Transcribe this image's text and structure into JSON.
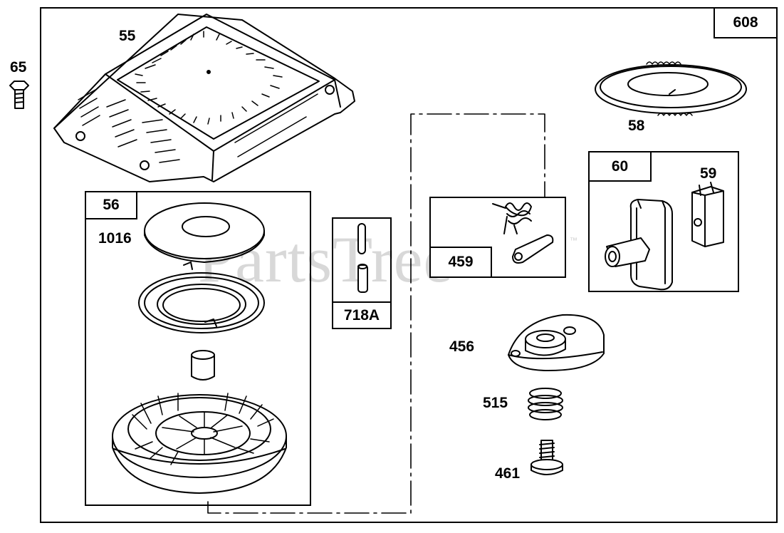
{
  "diagram": {
    "frame_label": "608",
    "watermark": "PartsTree",
    "watermark_tm": "™",
    "groups": {
      "g56": "56",
      "g718a": "718A",
      "g459": "459",
      "g60": "60"
    },
    "parts": {
      "p55": "55",
      "p65": "65",
      "p1016": "1016",
      "p58": "58",
      "p59": "59",
      "p456": "456",
      "p515": "515",
      "p461": "461"
    }
  }
}
